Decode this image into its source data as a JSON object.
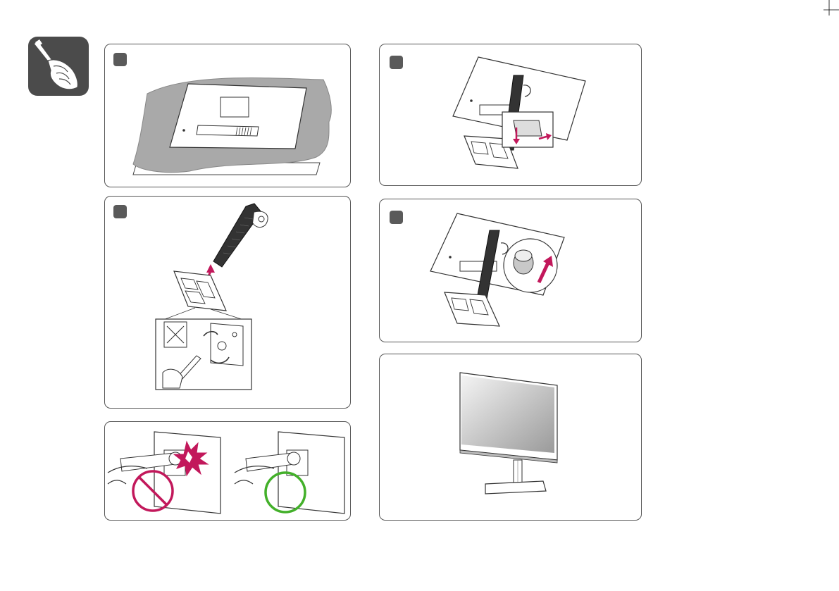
{
  "page": {
    "background": "#ffffff",
    "panel_border": "#555555",
    "badge_color": "#5a5a5a",
    "accent_magenta": "#c2185b",
    "accent_green": "#43b02a",
    "icon_background": "#4b4b4b"
  },
  "tool_icon": {
    "name": "screwdriver-hand-icon"
  },
  "steps": [
    {
      "id": "step-1",
      "illustration": "monitor-face-down-on-cushion"
    },
    {
      "id": "step-2",
      "illustration": "attach-stand-body-to-base-with-screw"
    },
    {
      "id": "step-3",
      "illustration": "attach-stand-to-monitor-back"
    },
    {
      "id": "step-4",
      "illustration": "remove-height-lock-pin"
    },
    {
      "id": "result",
      "illustration": "assembled-monitor-front-view"
    }
  ],
  "cable_caution": {
    "wrong": {
      "illustration": "cable-pinched-by-stand-prohibited"
    },
    "right": {
      "illustration": "cable-routed-correctly"
    }
  }
}
